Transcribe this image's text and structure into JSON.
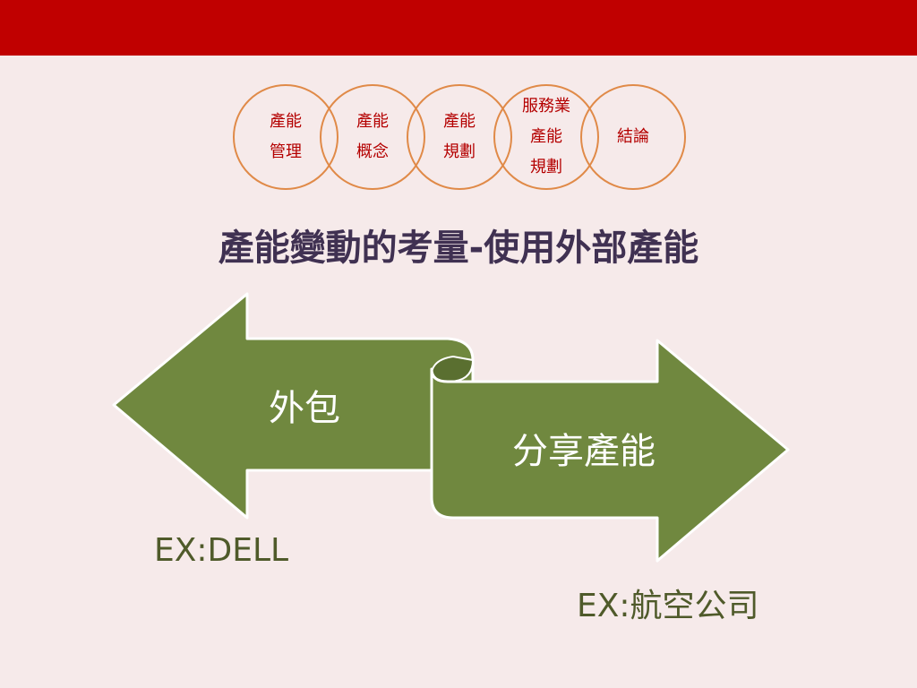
{
  "nav": {
    "items": [
      {
        "label": "產能\n管理"
      },
      {
        "label": "產能\n概念"
      },
      {
        "label": "產能\n規劃"
      },
      {
        "label": "服務業\n產能\n規劃"
      },
      {
        "label": "結論"
      }
    ]
  },
  "title": "產能變動的考量-使用外部產能",
  "left_arrow": {
    "label": "外包",
    "example": "EX:DELL"
  },
  "right_arrow": {
    "label": "分享產能",
    "example": "EX:航空公司"
  },
  "colors": {
    "header": "#c00000",
    "arrow": "#70883f",
    "arrow_shadow": "#5a6f30",
    "title": "#403152",
    "circle_border": "#e08a48",
    "circle_text": "#b40000",
    "example_text": "#4f5a2a"
  }
}
